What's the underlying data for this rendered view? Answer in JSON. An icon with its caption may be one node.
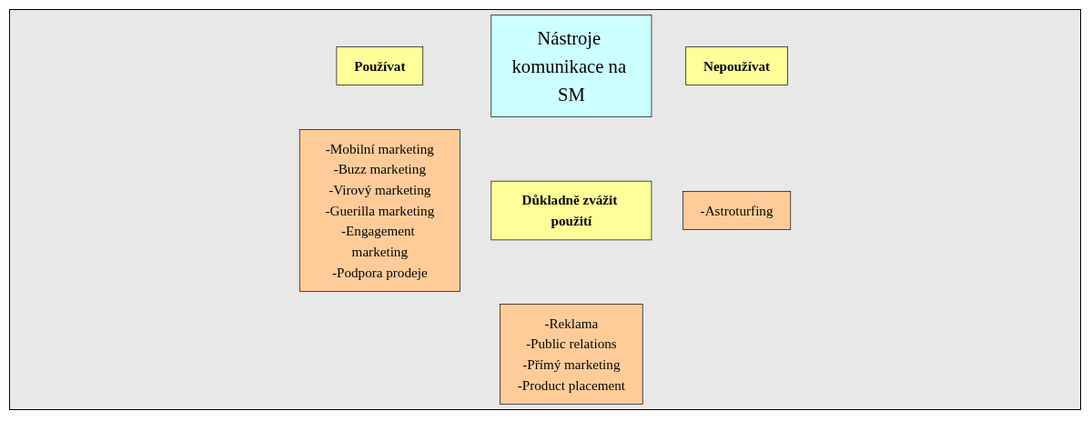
{
  "diagram": {
    "nodes": [
      {
        "text": [
          "Nástroje komunikace na SM"
        ]
      },
      {
        "text": [
          "Používat"
        ]
      },
      {
        "text": [
          "-Mobilní marketing",
          "-Buzz marketing",
          "-Virový marketing",
          "-Guerilla marketing",
          "-Engagement marketing",
          "-Podpora prodeje"
        ]
      },
      {
        "text": [
          "Důkladně zvážit použití"
        ]
      },
      {
        "text": [
          "-Reklama",
          "-Public relations",
          "-Přímý marketing",
          "-Product placement"
        ]
      },
      {
        "text": [
          "Nepoužívat"
        ]
      },
      {
        "text": [
          "-Astroturfing"
        ]
      }
    ],
    "edges": []
  }
}
